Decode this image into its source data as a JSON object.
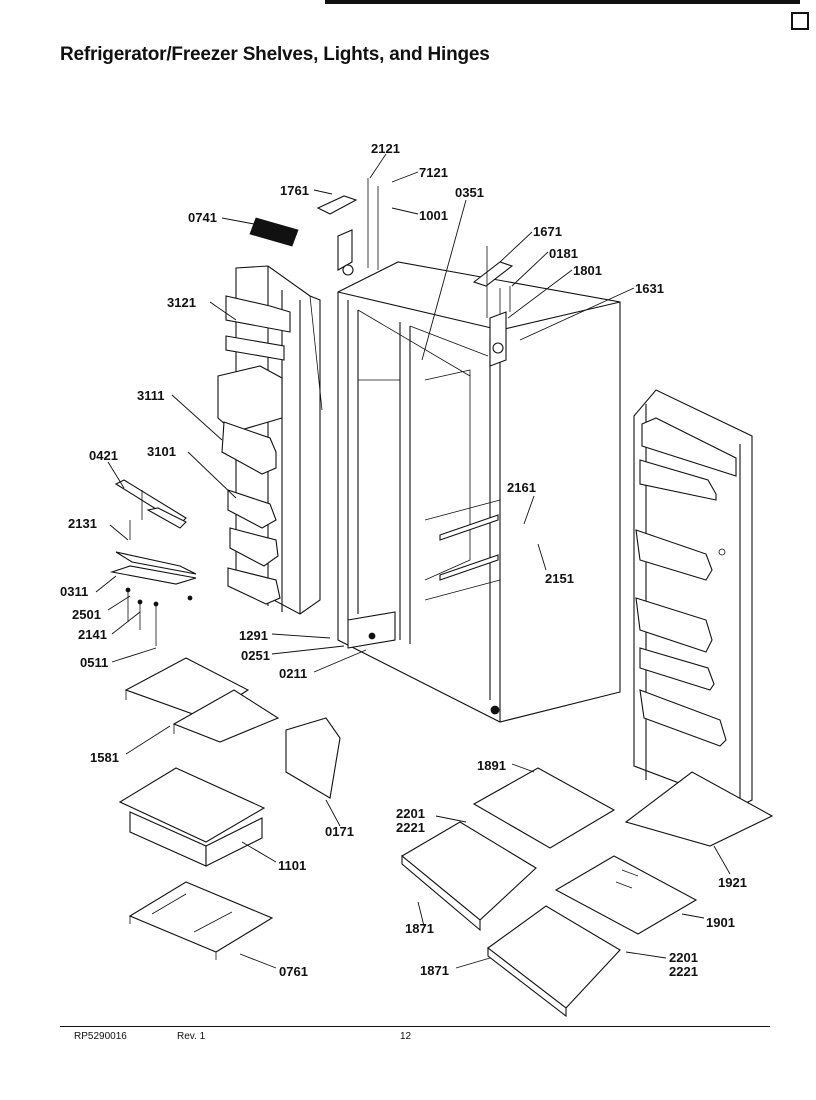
{
  "page": {
    "title": "Refrigerator/Freezer Shelves, Lights, and Hinges"
  },
  "diagram": {
    "callouts": [
      {
        "id": "c2121a",
        "text": "2121"
      },
      {
        "id": "c7121",
        "text": "7121"
      },
      {
        "id": "c1761",
        "text": "1761"
      },
      {
        "id": "c0351",
        "text": "0351"
      },
      {
        "id": "c0741",
        "text": "0741"
      },
      {
        "id": "c1001",
        "text": "1001"
      },
      {
        "id": "c1671",
        "text": "1671"
      },
      {
        "id": "c0181",
        "text": "0181"
      },
      {
        "id": "c1801",
        "text": "1801"
      },
      {
        "id": "c1631",
        "text": "1631"
      },
      {
        "id": "c3121",
        "text": "3121"
      },
      {
        "id": "c3111",
        "text": "3111"
      },
      {
        "id": "c0421",
        "text": "0421"
      },
      {
        "id": "c3101",
        "text": "3101"
      },
      {
        "id": "c2161",
        "text": "2161"
      },
      {
        "id": "c2131",
        "text": "2131"
      },
      {
        "id": "c2151",
        "text": "2151"
      },
      {
        "id": "c0311",
        "text": "0311"
      },
      {
        "id": "c2501",
        "text": "2501"
      },
      {
        "id": "c2141",
        "text": "2141"
      },
      {
        "id": "c1291",
        "text": "1291"
      },
      {
        "id": "c0251",
        "text": "0251"
      },
      {
        "id": "c0511",
        "text": "0511"
      },
      {
        "id": "c0211",
        "text": "0211"
      },
      {
        "id": "c1581",
        "text": "1581"
      },
      {
        "id": "c1891",
        "text": "1891"
      },
      {
        "id": "c0171",
        "text": "0171"
      },
      {
        "id": "c2201a",
        "text": "2201"
      },
      {
        "id": "c2221a",
        "text": "2221"
      },
      {
        "id": "c1101",
        "text": "1101"
      },
      {
        "id": "c1921",
        "text": "1921"
      },
      {
        "id": "c1871a",
        "text": "1871"
      },
      {
        "id": "c1901",
        "text": "1901"
      },
      {
        "id": "c0761",
        "text": "0761"
      },
      {
        "id": "c2201b",
        "text": "2201"
      },
      {
        "id": "c2221b",
        "text": "2221"
      },
      {
        "id": "c1871b",
        "text": "1871"
      }
    ]
  },
  "footer": {
    "part_number": "RP5290016",
    "revision": "Rev. 1",
    "page_number": "12"
  }
}
